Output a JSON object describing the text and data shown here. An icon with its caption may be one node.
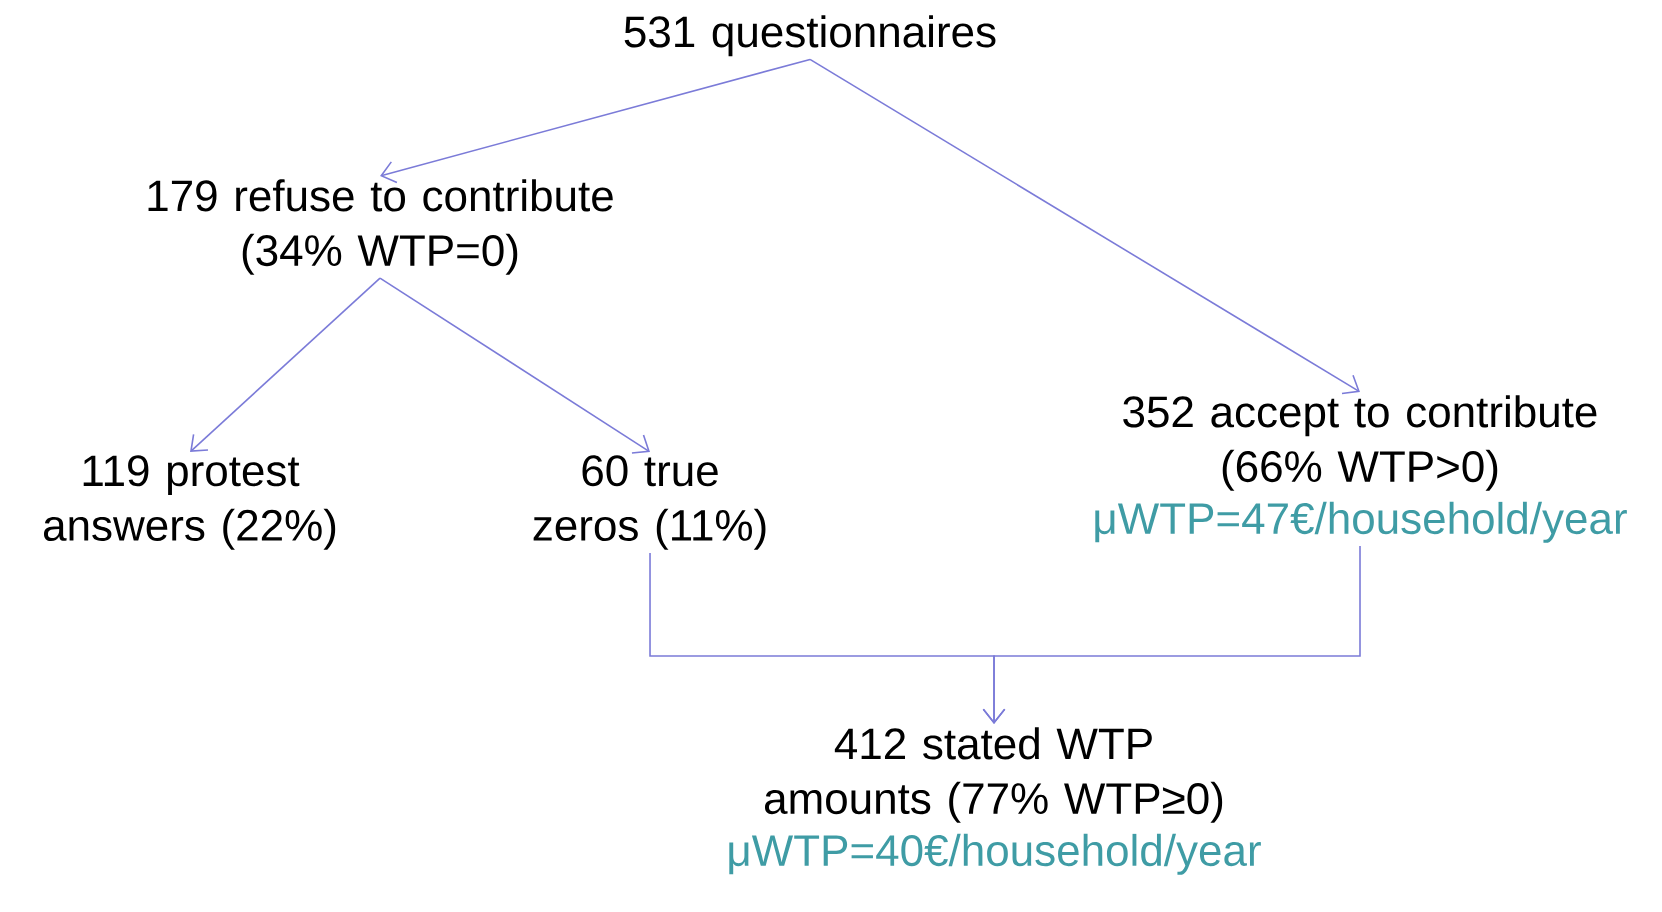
{
  "diagram": {
    "nodes": [
      {
        "text": [
          "531 questionnaires"
        ]
      },
      {
        "text": [
          "179 refuse to contribute (34% WTP=0)"
        ]
      },
      {
        "text": [
          "119 protest answers (22%)"
        ]
      },
      {
        "text": [
          "60 true zeros (11%)"
        ]
      },
      {
        "text": [
          "352 accept to contribute (66% WTP>0)",
          "μWTP=47€/household/year"
        ]
      },
      {
        "text": [
          "412 stated WTP amounts (77% WTP≥0)",
          "μWTP=40€/household/year"
        ]
      }
    ],
    "edges": [
      {
        "from": 0,
        "to": 1,
        "arrow": "to"
      },
      {
        "from": 0,
        "to": 4,
        "arrow": "to"
      },
      {
        "from": 1,
        "to": 2,
        "arrow": "to"
      },
      {
        "from": 1,
        "to": 3,
        "arrow": "to"
      },
      {
        "from": 3,
        "to": 5,
        "arrow": "to"
      },
      {
        "from": 4,
        "to": 5,
        "arrow": "to"
      }
    ]
  }
}
